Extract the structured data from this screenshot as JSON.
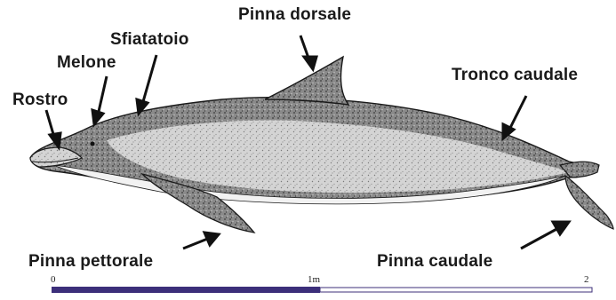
{
  "labels": {
    "pinna_dorsale": "Pinna dorsale",
    "sfiatatoio": "Sfiatatoio",
    "melone": "Melone",
    "rostro": "Rostro",
    "tronco_caudale": "Tronco caudale",
    "pinna_pettorale": "Pinna pettorale",
    "pinna_caudale": "Pinna caudale"
  },
  "scale": {
    "start": "0",
    "middle": "1m",
    "end": "2"
  },
  "colors": {
    "scale_bar": "#3c2f7a",
    "ink": "#1a1a1a",
    "dorsal_shade": "#6e6e6e",
    "belly": "#f2f2f2"
  }
}
